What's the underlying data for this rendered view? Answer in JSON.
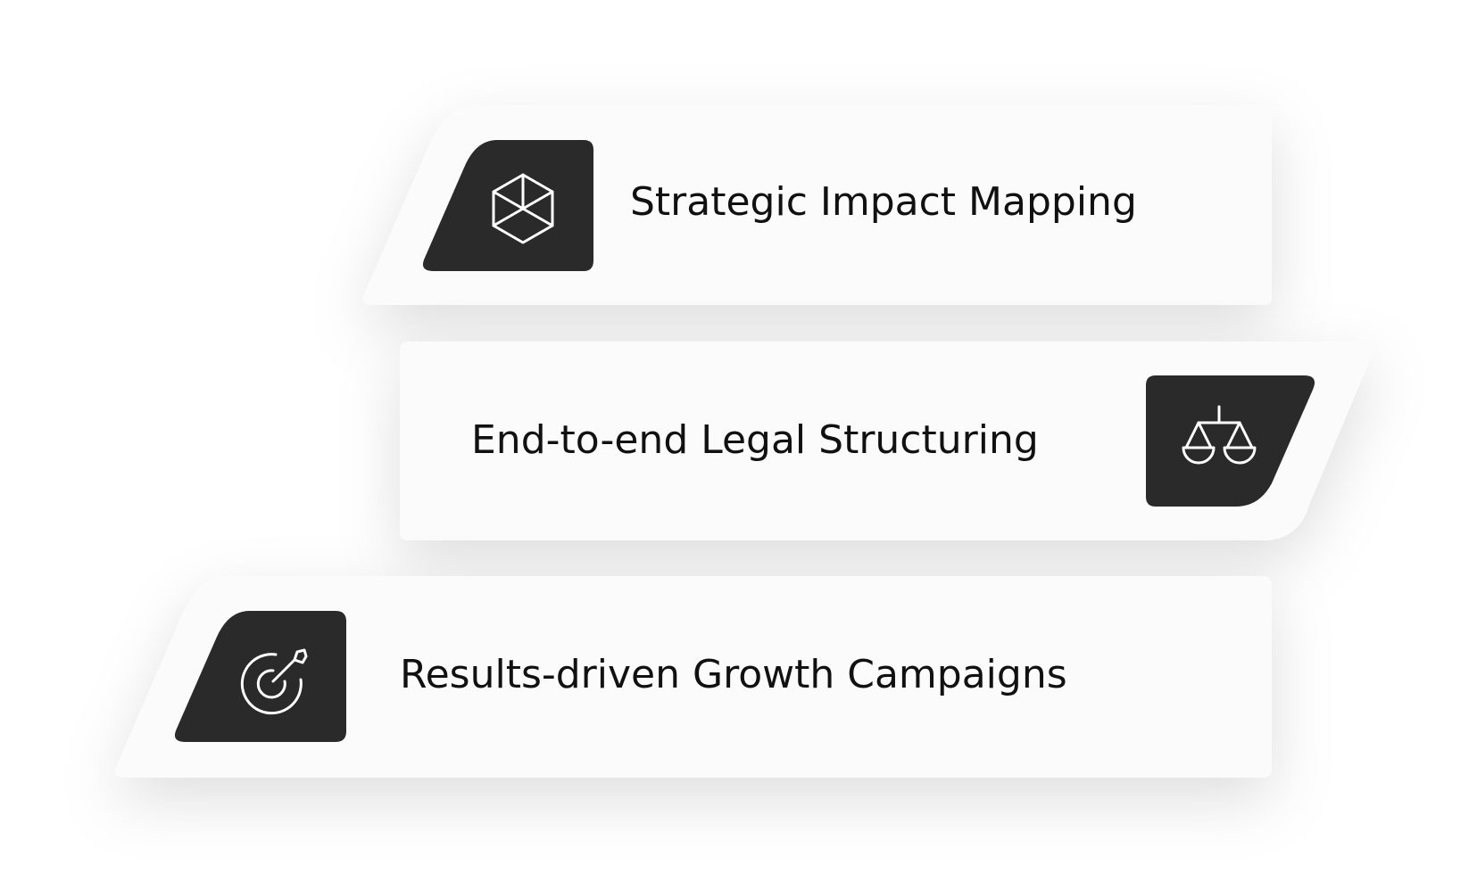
{
  "cards": [
    {
      "label": "Strategic Impact Mapping",
      "icon": "cube-icon"
    },
    {
      "label": "End-to-end Legal Structuring",
      "icon": "scales-icon"
    },
    {
      "label": "Results-driven Growth Campaigns",
      "icon": "target-arrow-icon"
    }
  ],
  "colors": {
    "card_background": "#fbfbfb",
    "icon_tile": "#2b2a2b",
    "icon_stroke": "#ffffff",
    "text": "#111111"
  }
}
